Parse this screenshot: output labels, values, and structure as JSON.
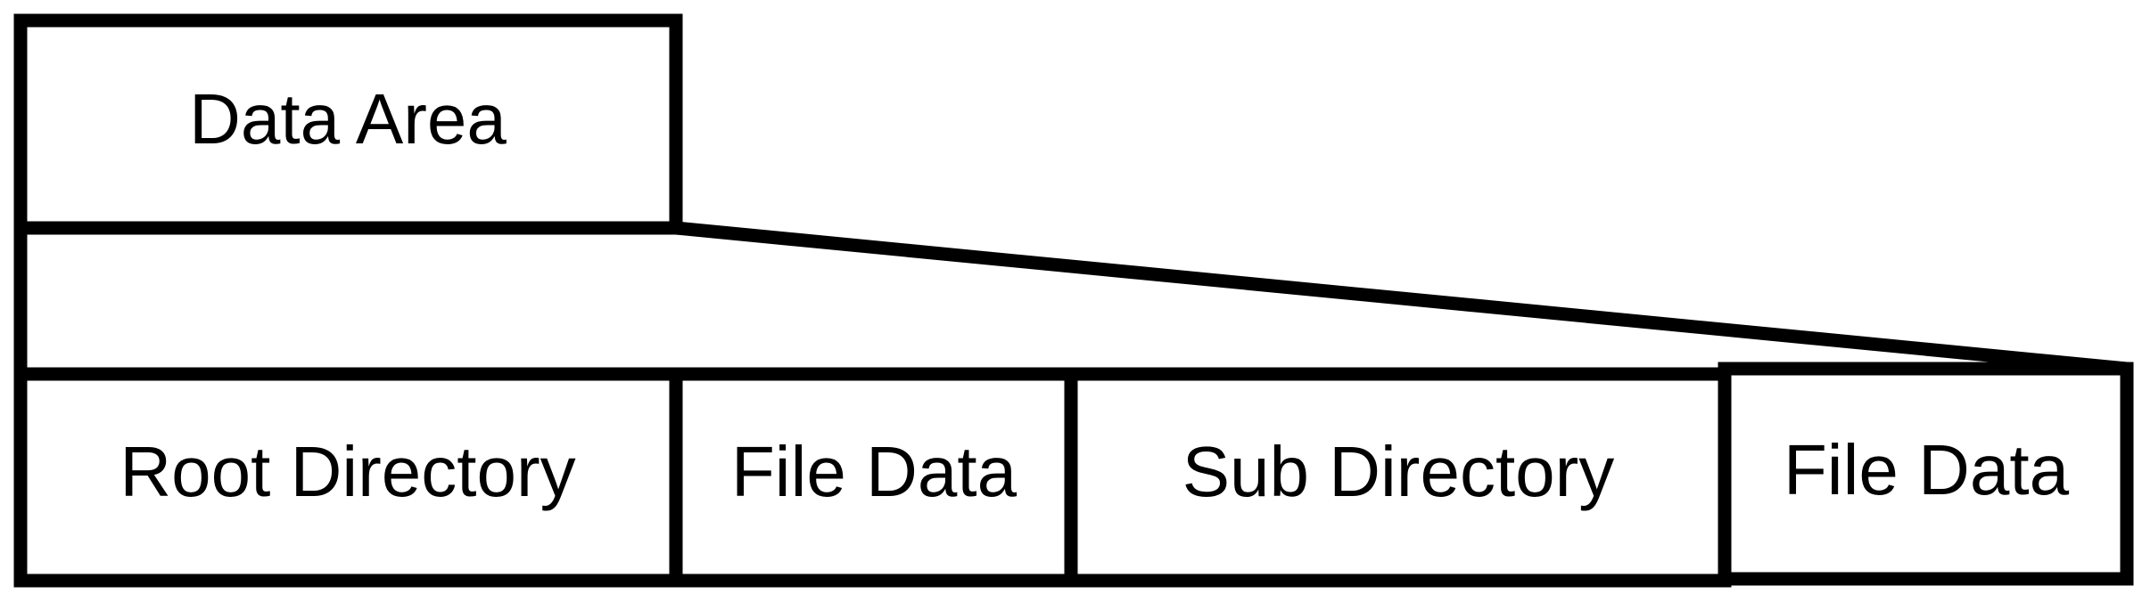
{
  "data_area": {
    "label": "Data Area"
  },
  "segments": [
    {
      "label": "Root Directory"
    },
    {
      "label": "File Data"
    },
    {
      "label": "Sub Directory"
    },
    {
      "label": "File Data"
    }
  ],
  "colors": {
    "stroke": "#000000",
    "fill": "#ffffff"
  }
}
